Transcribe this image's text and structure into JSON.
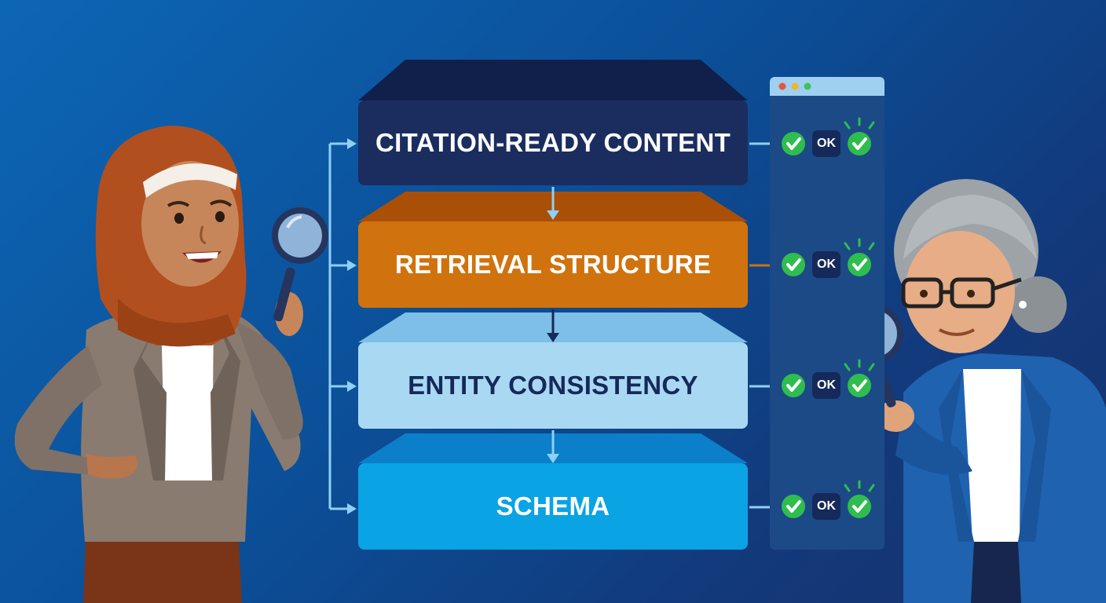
{
  "diagram": {
    "layers": [
      {
        "label": "CITATION-READY CONTENT",
        "color": "#1b2d5f",
        "top_color": "#11204a",
        "text_color": "#ffffff",
        "status": "OK"
      },
      {
        "label": "RETRIEVAL STRUCTURE",
        "color": "#d0720d",
        "top_color": "#a94f08",
        "text_color": "#ffffff",
        "status": "OK"
      },
      {
        "label": "ENTITY CONSISTENCY",
        "color": "#a9d8f3",
        "top_color": "#7dbfe6",
        "text_color": "#16295a",
        "status": "OK"
      },
      {
        "label": "SCHEMA",
        "color": "#0aa3e4",
        "top_color": "#0b7fc9",
        "text_color": "#ffffff",
        "status": "OK"
      }
    ],
    "check_color": "#2fbd4f",
    "window_dots": [
      "#e8533f",
      "#f2b233",
      "#3ec25a"
    ]
  }
}
